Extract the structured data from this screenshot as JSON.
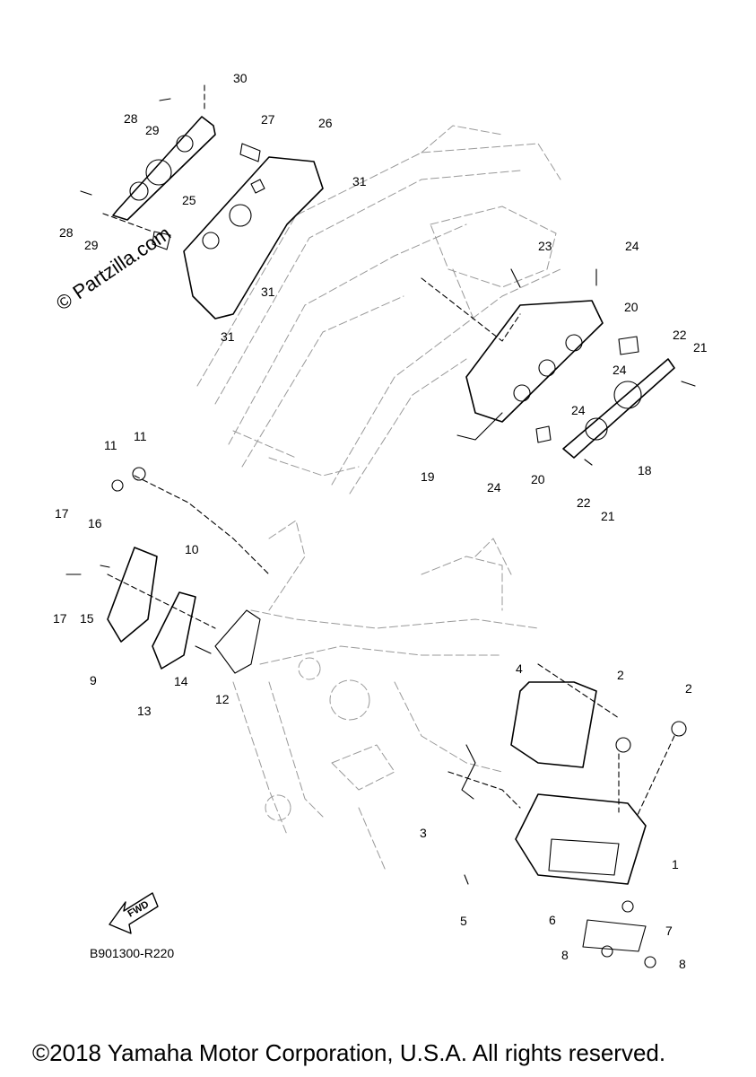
{
  "watermark": "© Partzilla.com",
  "reference_code": "B901300-R220",
  "fwd_label": "FWD",
  "copyright": "©2018 Yamaha Motor Corporation, U.S.A. All rights reserved.",
  "callouts": [
    "30",
    "28",
    "29",
    "27",
    "26",
    "25",
    "28",
    "29",
    "31",
    "31",
    "31",
    "23",
    "24",
    "20",
    "22",
    "21",
    "24",
    "24",
    "19",
    "24",
    "20",
    "18",
    "22",
    "21",
    "11",
    "11",
    "17",
    "16",
    "10",
    "17",
    "15",
    "9",
    "13",
    "14",
    "12",
    "4",
    "2",
    "2",
    "3",
    "1",
    "5",
    "6",
    "7",
    "8",
    "8"
  ]
}
